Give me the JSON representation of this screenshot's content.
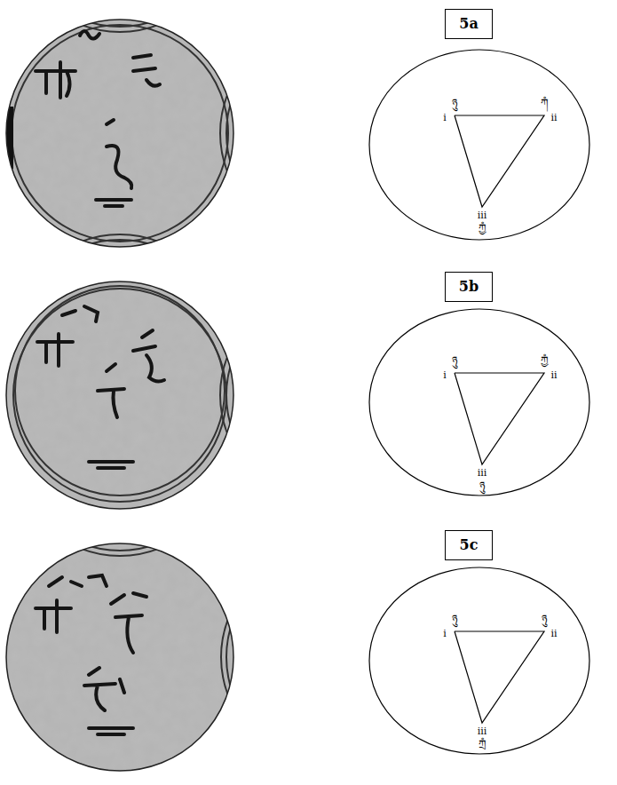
{
  "diagram": {
    "nodes": [
      {
        "text": [
          "5a"
        ]
      },
      {
        "text": [
          "ཉུ",
          "ཀཾ",
          "i",
          "ii",
          "iii",
          "ཀྱཾ"
        ]
      },
      {
        "text": [
          "5b"
        ]
      },
      {
        "text": [
          "ཉུ",
          "ཀྱཾ",
          "i",
          "ii",
          "iii",
          "ཉུ"
        ]
      },
      {
        "text": [
          "5c"
        ]
      },
      {
        "text": [
          "ཉུ",
          "ཉུ",
          "i",
          "ii",
          "iii",
          "ཀྲཾ"
        ]
      }
    ]
  }
}
